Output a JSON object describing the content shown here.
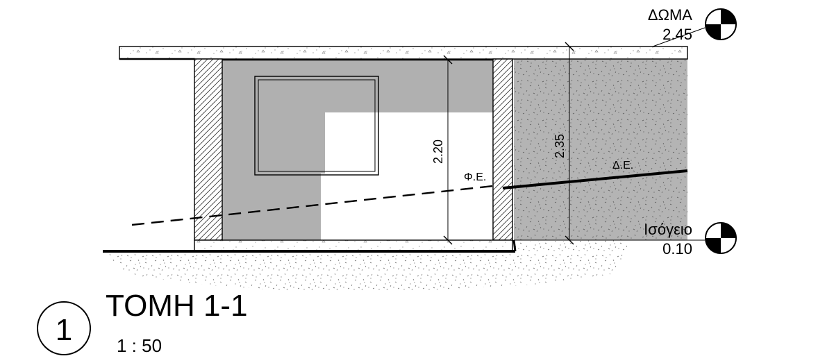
{
  "levels": {
    "roof": {
      "name": "ΔΩΜΑ",
      "elevation": "2.45"
    },
    "ground": {
      "name": "Ισόγειο",
      "elevation": "0.10"
    }
  },
  "dimensions": {
    "interior_height": "2.20",
    "right_height": "2.35"
  },
  "annotations": {
    "finished_ground": "Φ.Ε.",
    "natural_ground": "Δ.Ε."
  },
  "title_block": {
    "number": "1",
    "title": "ΤΟΜΗ 1-1",
    "scale": "1 : 50"
  }
}
